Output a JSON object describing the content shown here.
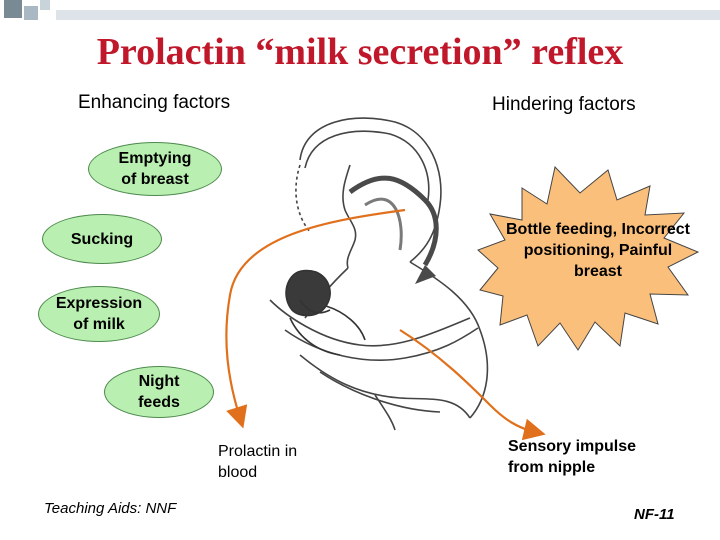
{
  "title": "Prolactin “milk secretion” reflex",
  "headings": {
    "enhancing": "Enhancing factors",
    "hindering": "Hindering factors"
  },
  "enhancing_factors": [
    {
      "label": "Emptying of breast"
    },
    {
      "label": "Sucking"
    },
    {
      "label": "Expression of milk"
    },
    {
      "label": "Night feeds"
    }
  ],
  "hindering_factors": {
    "label": "Bottle feeding, Incorrect positioning, Painful breast"
  },
  "captions": {
    "prolactin": "Prolactin in blood",
    "sensory": "Sensory impulse from nipple"
  },
  "footer": {
    "left": "Teaching Aids: NNF",
    "right": "NF-11"
  },
  "colors": {
    "title": "#c0182a",
    "enhancing_fill": "#b9efb0",
    "hindering_fill": "#fbbf7c",
    "arrow": "#e0701c",
    "brain_arrow": "#4a4a4a"
  }
}
